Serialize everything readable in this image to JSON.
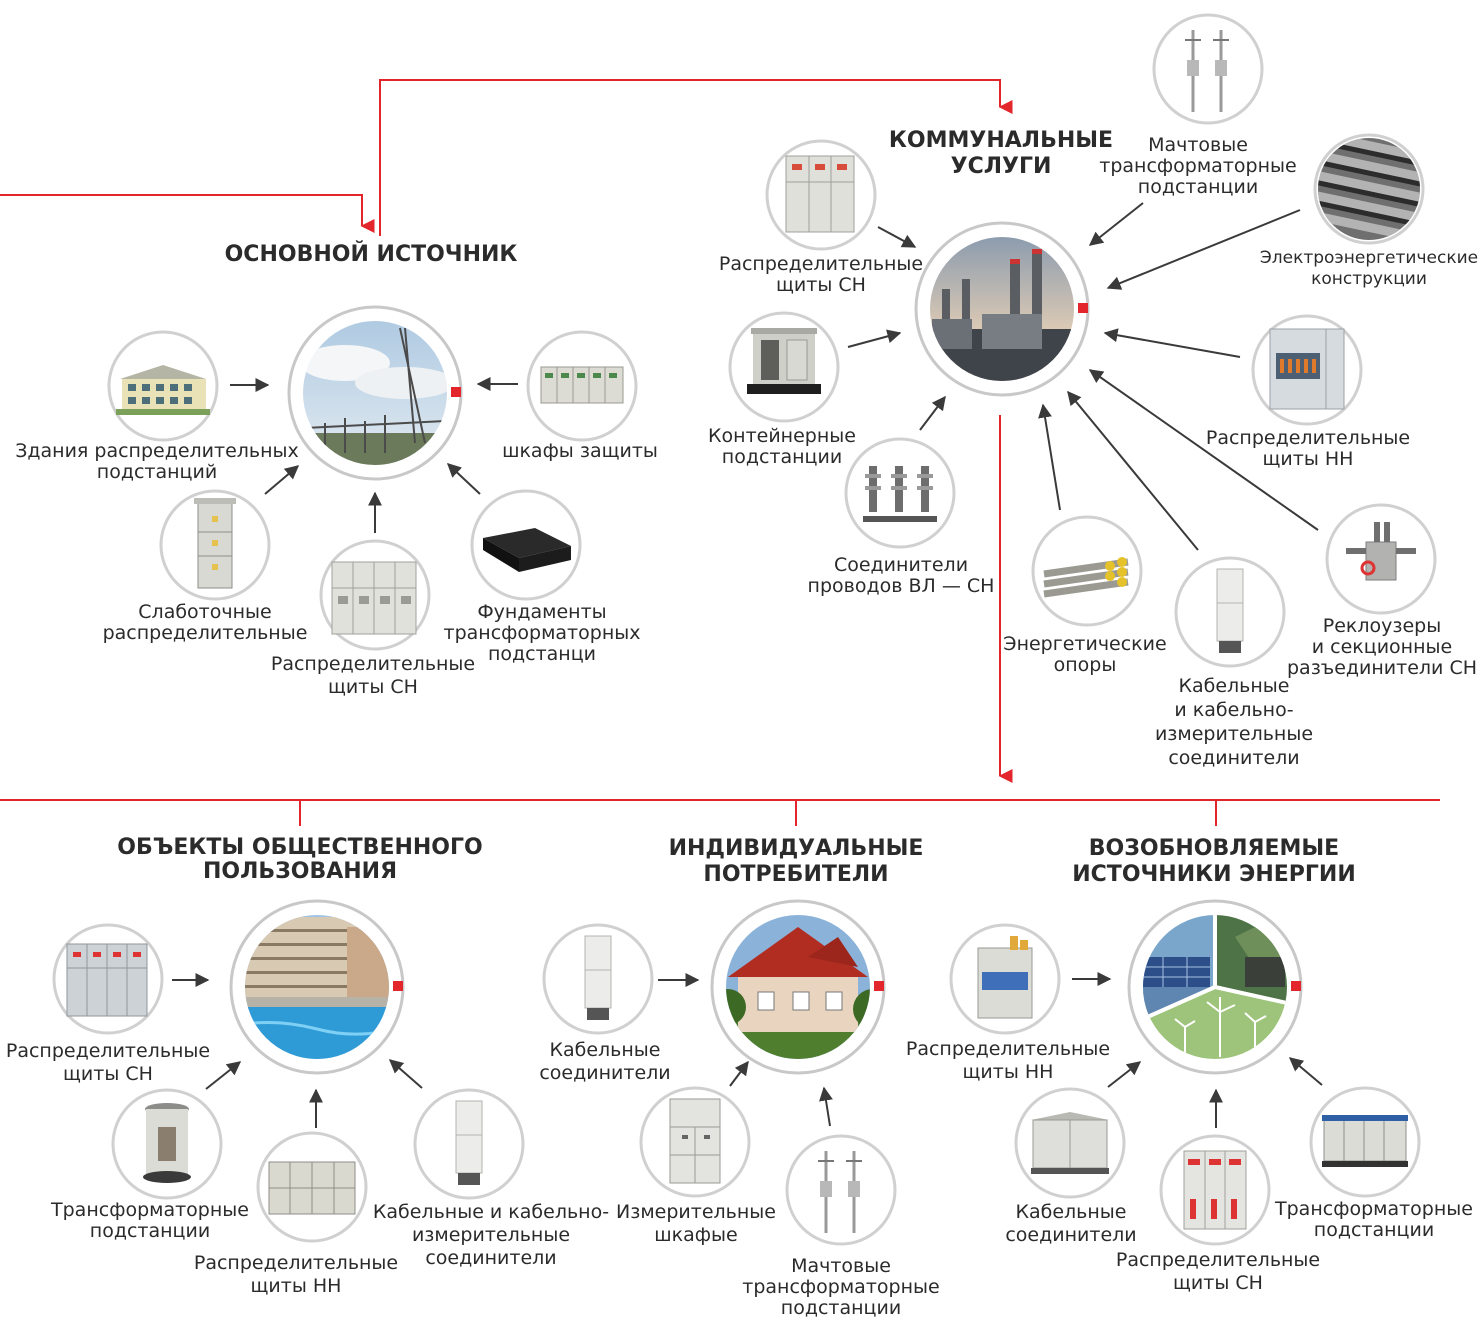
{
  "colors": {
    "accent": "#e3262b",
    "ring": "#c8c8c8",
    "arrow": "#3a3a3a",
    "text": "#2b2b2b"
  },
  "headings": {
    "main_source": "ОСНОВНОЙ ИСТОЧНИК",
    "utilities": [
      "КОММУНАЛЬНЫЕ",
      "УСЛУГИ"
    ],
    "public": [
      "ОБЪЕКТЫ ОБЩЕСТВЕННОГО",
      "ПОЛЬЗОВАНИЯ"
    ],
    "individual": [
      "ИНДИВИДУАЛЬНЫЕ",
      "ПОТРЕБИТЕЛИ"
    ],
    "renewable": [
      "ВОЗОБНОВЛЯЕМЫЕ",
      "ИСТОЧНИКИ ЭНЕРГИИ"
    ]
  },
  "main_source": {
    "hub_image": "power-substation-photo",
    "items": [
      {
        "lines": [
          "Здания распределительных",
          "подстанций"
        ],
        "icon": "building-icon"
      },
      {
        "lines": [
          "шкафы защиты"
        ],
        "icon": "protection-cabinet-icon"
      },
      {
        "lines": [
          "Слаботочные",
          "распределительные"
        ],
        "icon": "low-current-cabinet-icon"
      },
      {
        "lines": [
          "Распределительные",
          "щиты СН"
        ],
        "icon": "mv-switchboard-icon"
      },
      {
        "lines": [
          "Фундаменты",
          "трансформаторных",
          "подстанци"
        ],
        "icon": "foundation-icon"
      }
    ]
  },
  "utilities": {
    "hub_image": "power-plant-photo",
    "items": [
      {
        "lines": [
          "Мачтовые",
          "трансформаторные",
          "подстанции"
        ],
        "icon": "pole-transformer-icon"
      },
      {
        "lines": [
          "Электроэнергетические",
          "конструкции"
        ],
        "icon": "steel-structure-icon"
      },
      {
        "lines": [
          "Распределительные",
          "щиты СН"
        ],
        "icon": "mv-switchboard-icon"
      },
      {
        "lines": [
          "Контейнерные",
          "подстанции"
        ],
        "icon": "container-substation-icon"
      },
      {
        "lines": [
          "Соединители",
          "проводов ВЛ — СН"
        ],
        "icon": "line-connector-icon"
      },
      {
        "lines": [
          "Распределительные",
          "щиты НН"
        ],
        "icon": "lv-switchboard-icon"
      },
      {
        "lines": [
          "Энергетические",
          "опоры"
        ],
        "icon": "concrete-poles-icon"
      },
      {
        "lines": [
          "Кабельные",
          "и кабельно-",
          "измерительные",
          "соединители"
        ],
        "icon": "cable-cabinet-icon"
      },
      {
        "lines": [
          "Реклоузеры",
          "и секционные",
          "разъединители СН"
        ],
        "icon": "recloser-icon"
      }
    ]
  },
  "public": {
    "hub_image": "apartment-building-photo",
    "items": [
      {
        "lines": [
          "Распределительные",
          "щиты СН"
        ],
        "icon": "mv-switchboard-icon"
      },
      {
        "lines": [
          "Трансформаторные",
          "подстанции"
        ],
        "icon": "kiosk-substation-icon"
      },
      {
        "lines": [
          "Распределительные",
          "щиты НН"
        ],
        "icon": "lv-switchboard-icon"
      },
      {
        "lines": [
          "Кабельные и кабельно-",
          "измерительные",
          "соединители"
        ],
        "icon": "cable-cabinet-icon"
      }
    ]
  },
  "individual": {
    "hub_image": "house-photo",
    "items": [
      {
        "lines": [
          "Кабельные",
          "соединители"
        ],
        "icon": "cable-cabinet-icon"
      },
      {
        "lines": [
          "Измерительные",
          "шкафые"
        ],
        "icon": "metering-cabinet-icon"
      },
      {
        "lines": [
          "Мачтовые",
          "трансформаторные",
          "подстанции"
        ],
        "icon": "pole-transformer-icon"
      }
    ]
  },
  "renewable": {
    "hub_image": "renewable-energy-photo",
    "items": [
      {
        "lines": [
          "Распределительные",
          "щиты НН"
        ],
        "icon": "lv-switchboard-icon"
      },
      {
        "lines": [
          "Кабельные",
          "соединители"
        ],
        "icon": "compact-substation-icon"
      },
      {
        "lines": [
          "Распределительные",
          "щиты СН"
        ],
        "icon": "mv-switchboard-icon"
      },
      {
        "lines": [
          "Трансформаторные",
          "подстанции"
        ],
        "icon": "container-substation-icon"
      }
    ]
  }
}
